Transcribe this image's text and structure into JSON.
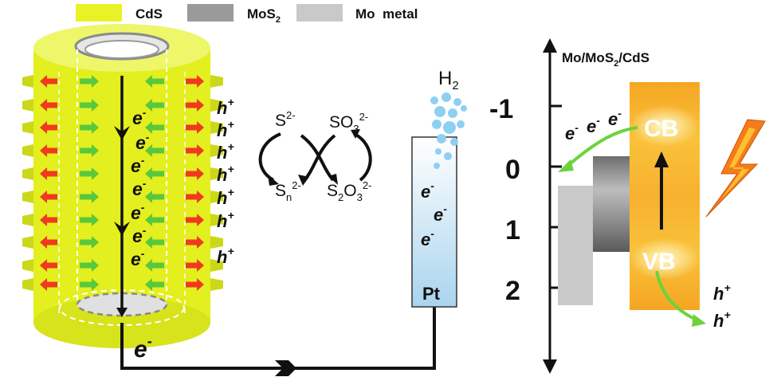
{
  "legend": {
    "items": [
      {
        "label": "CdS",
        "color": "#e8f227"
      },
      {
        "label": "MoS",
        "sub": "2",
        "color": "#9a9a9a"
      },
      {
        "label": "Mo  metal",
        "color": "#c9c9c9"
      }
    ]
  },
  "nanorod": {
    "electrons": [
      "e",
      "e",
      "e",
      "e",
      "e",
      "e",
      "e"
    ],
    "electron_sup": "-",
    "holes": [
      "h",
      "h",
      "h",
      "h",
      "h",
      "h",
      "h"
    ],
    "hole_sup": "+",
    "wire_electron": "e",
    "colors": {
      "cds": "#e3ef1e",
      "cds_dark": "#cbd81a",
      "hole_arrow": "#f03a1e",
      "electron_arrow": "#5ac83c"
    }
  },
  "redox": {
    "s2": {
      "base": "S",
      "sup": "2-"
    },
    "so3": {
      "base": "SO",
      "sub": "3",
      "sup": "2-"
    },
    "sn": {
      "base": "S",
      "sub": "n",
      "sup": "2-"
    },
    "s2o3": {
      "base": "S",
      "sub1": "2",
      "mid": "O",
      "sub2": "3",
      "sup": "2-"
    }
  },
  "electrode": {
    "h2": {
      "base": "H",
      "sub": "2"
    },
    "electrons": [
      "e",
      "e",
      "e"
    ],
    "electron_sup": "-",
    "label": "Pt",
    "colors": {
      "bubble": "#8fd0f2"
    }
  },
  "energy": {
    "title": "Mo/MoS",
    "title_sub": "2",
    "title_end": "/CdS",
    "ticks": [
      "-1",
      "0",
      "1",
      "2"
    ],
    "cb": "CB",
    "vb": "VB",
    "electrons": [
      "e",
      "e",
      "e"
    ],
    "electron_sup": "-",
    "holes": [
      "h",
      "h"
    ],
    "hole_sup": "+",
    "colors": {
      "cds_band": "#f5a623",
      "arrow_green": "#6cd33c",
      "bolt": "#f57c1a"
    }
  }
}
